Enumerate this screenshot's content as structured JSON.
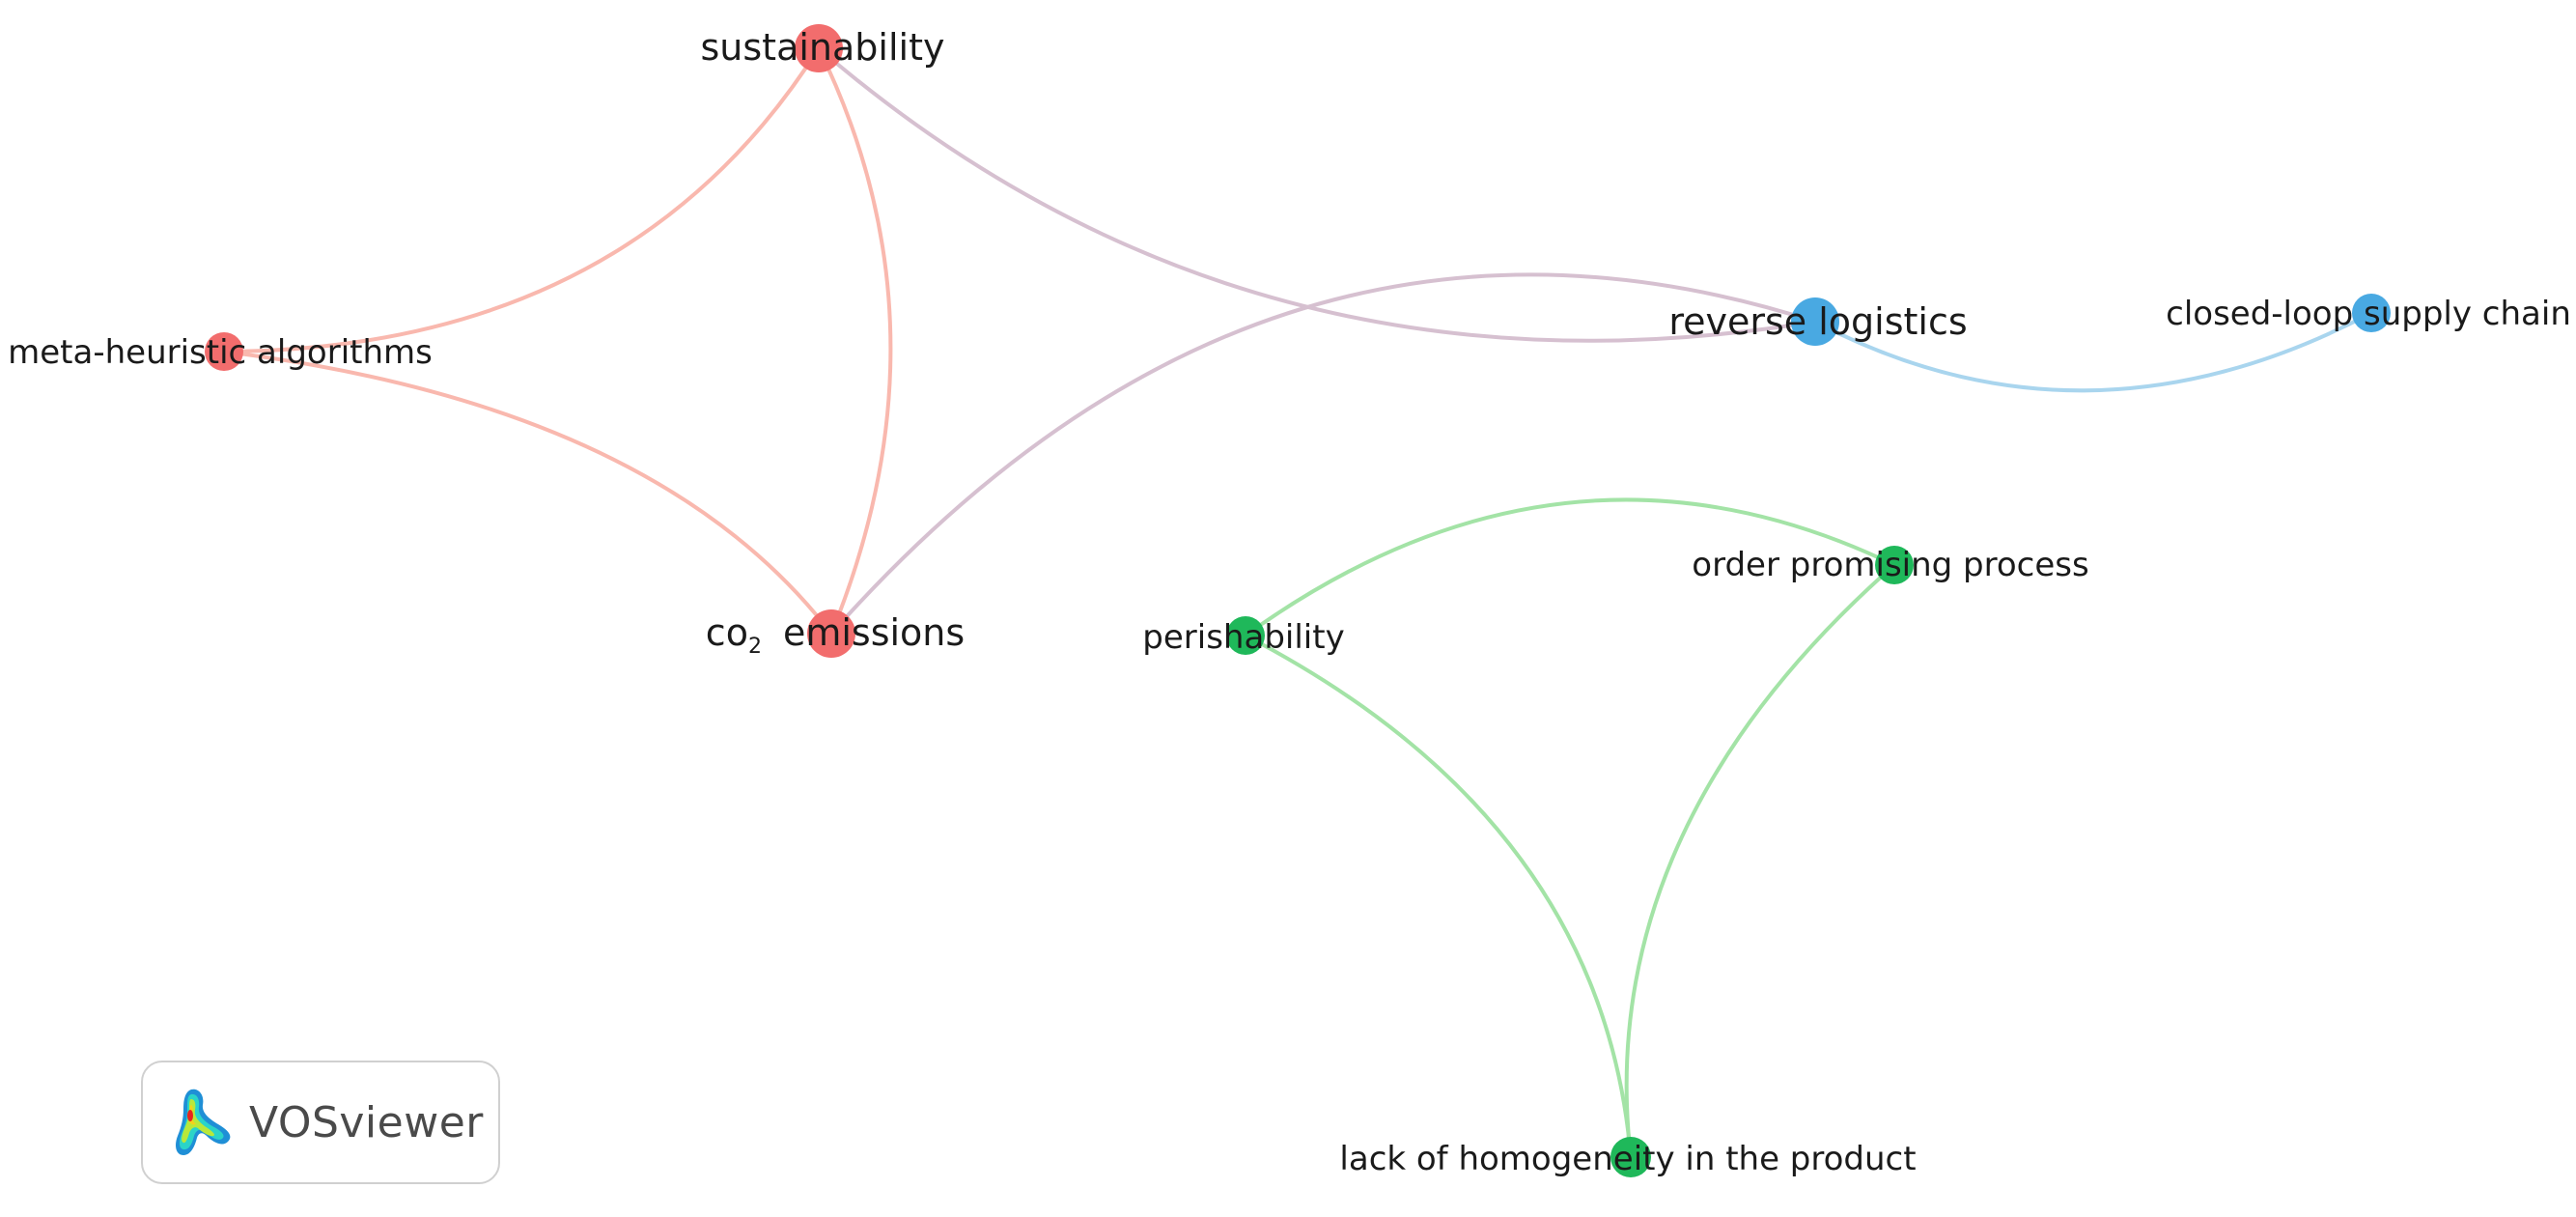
{
  "nodes": [
    {
      "id": "sustainability",
      "label": "sustainability",
      "cluster": "red"
    },
    {
      "id": "meta",
      "label": "meta-heuristic algorithms",
      "cluster": "red"
    },
    {
      "id": "co2",
      "label_prefix": "co",
      "label_sub": "2",
      "label_suffix": "emissions",
      "cluster": "red"
    },
    {
      "id": "reverse",
      "label": "reverse logistics",
      "cluster": "blue"
    },
    {
      "id": "closed",
      "label": "closed-loop supply chain",
      "cluster": "blue"
    },
    {
      "id": "order",
      "label": "order promising process",
      "cluster": "green"
    },
    {
      "id": "perish",
      "label": "perishability",
      "cluster": "green"
    },
    {
      "id": "lack",
      "label": "lack of homogeneity in the product",
      "cluster": "green"
    }
  ],
  "edges": [
    {
      "source": "sustainability",
      "target": "meta"
    },
    {
      "source": "sustainability",
      "target": "co2"
    },
    {
      "source": "sustainability",
      "target": "reverse"
    },
    {
      "source": "meta",
      "target": "co2"
    },
    {
      "source": "co2",
      "target": "reverse"
    },
    {
      "source": "reverse",
      "target": "closed"
    },
    {
      "source": "perish",
      "target": "order"
    },
    {
      "source": "perish",
      "target": "lack"
    },
    {
      "source": "order",
      "target": "lack"
    }
  ],
  "colors": {
    "red_node": "#f26d6d",
    "red_edge": "#f9b8ae",
    "blue_node": "#49a9e2",
    "blue_edge": "#a9d5ee",
    "green_node": "#1fb85a",
    "green_edge": "#a3e3a6",
    "mixed_edge": "#d6c0d0",
    "label": "#1a1a1a"
  },
  "badge": {
    "logo_text": "VOSviewer",
    "logo_icon": "vosviewer-density-icon"
  }
}
